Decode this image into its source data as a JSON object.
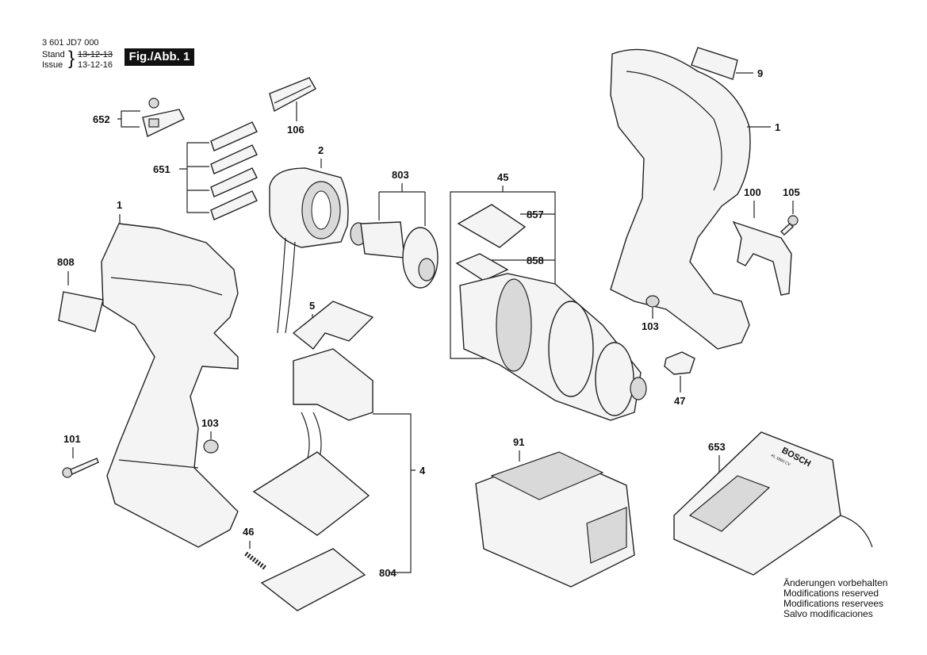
{
  "header": {
    "doc_number": "3 601 JD7 000",
    "stand_label": "Stand",
    "issue_label": "Issue",
    "date_old": "13-12-13",
    "date_new": "13-12-16",
    "figure_label": "Fig./Abb. 1"
  },
  "part_labels": {
    "p652": "652",
    "p106": "106",
    "p2": "2",
    "p651": "651",
    "p1_left": "1",
    "p808": "808",
    "p5": "5",
    "p803": "803",
    "p45": "45",
    "p857": "857",
    "p858": "858",
    "p9": "9",
    "p1_right": "1",
    "p100": "100",
    "p105": "105",
    "p103_right": "103",
    "p47": "47",
    "p103_left": "103",
    "p101": "101",
    "p4": "4",
    "p46": "46",
    "p804": "804",
    "p91": "91",
    "p653": "653"
  },
  "charger_brand": "BOSCH",
  "charger_model": "AL 1860 CV",
  "notes": {
    "de": "Änderungen vorbehalten",
    "en": "Modifications reserved",
    "fr": "Modifications reservees",
    "es": "Salvo modificaciones"
  }
}
